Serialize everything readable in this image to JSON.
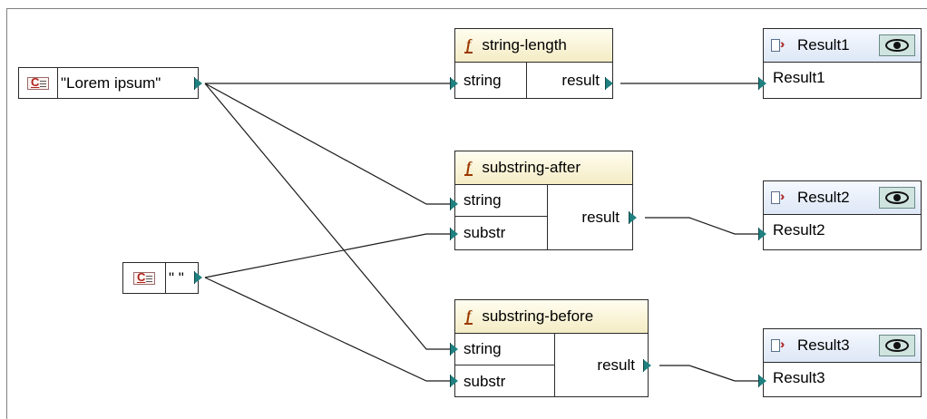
{
  "constants": [
    {
      "id": "const1",
      "value": "\"Lorem ipsum\""
    },
    {
      "id": "const2",
      "value": "\" \""
    }
  ],
  "functions": {
    "string_length": {
      "title": "string-length",
      "inputs": [
        "string"
      ],
      "output": "result"
    },
    "substring_after": {
      "title": "substring-after",
      "inputs": [
        "string",
        "substr"
      ],
      "output": "result"
    },
    "substring_before": {
      "title": "substring-before",
      "inputs": [
        "string",
        "substr"
      ],
      "output": "result"
    }
  },
  "results": [
    {
      "title": "Result1",
      "row": "Result1"
    },
    {
      "title": "Result2",
      "row": "Result2"
    },
    {
      "title": "Result3",
      "row": "Result3"
    }
  ],
  "icons": {
    "constant": "constant-icon",
    "function": "function-icon",
    "result": "result-output-icon",
    "preview": "eye-preview-icon"
  },
  "colors": {
    "port": "#1f8080",
    "function_header": "#f4ecc4",
    "result_header": "#dde7f6",
    "preview_button": "#cfe3df",
    "wire": "#1a1a1a"
  }
}
